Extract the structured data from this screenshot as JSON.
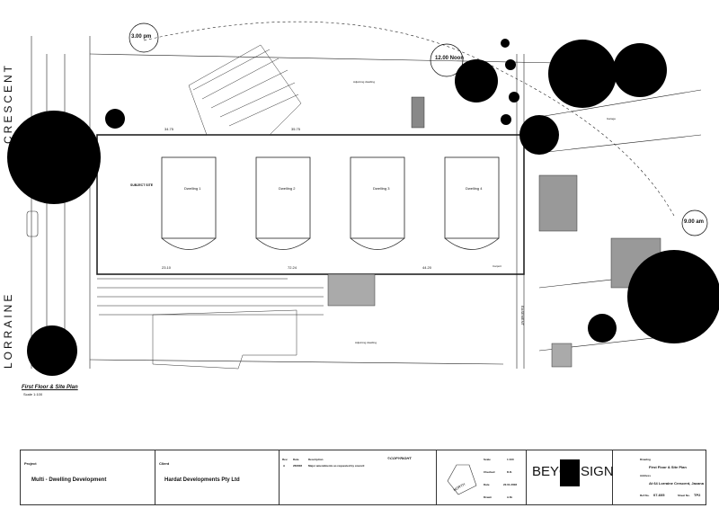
{
  "streets": {
    "east_west": "CRESCENT",
    "north_south": "LORRAINE"
  },
  "sun": {
    "s300": "3.00 pm",
    "s1200": "12.00 Noon",
    "s900": "9.00 am"
  },
  "labels": {
    "subject_site": "SUBJECT SITE",
    "dwelling1": "Dwelling 1",
    "dwelling2": "Dwelling 2",
    "dwelling3": "Dwelling 3",
    "dwelling4": "Dwelling 4",
    "easement": "EASEMENT",
    "carport": "Carport",
    "adjoining_north": "Adjoining dwelling",
    "adjoining_south": "Adjoining dwelling",
    "garage": "Garage",
    "north": "NORTH"
  },
  "dimensions": {
    "d1": "34.75",
    "d2": "35.75",
    "d3": "23.10",
    "d4": "72.24",
    "d5": "44.20"
  },
  "drawing_caption": {
    "title": "First Floor & Site Plan",
    "scale": "Scale 1:100"
  },
  "title_block": {
    "project_label": "Project",
    "project": "Multi - Dwelling Development",
    "client_label": "Client",
    "client": "Hardat Developments Pty Ltd",
    "rev_label": "Rev.",
    "date_label": "Date",
    "desc_label": "Description",
    "rev": "A",
    "rev_date": "26/8/08",
    "rev_desc": "Major amendments as requested by council",
    "copyright": "©COPYRIGHT",
    "scale_label": "Scale",
    "scale": "1:100",
    "checked_label": "Checked",
    "checked": "D.D.",
    "date_label2": "Date",
    "date": "22.01.2008",
    "drawn_label": "Drawn",
    "drawn": "A.M.",
    "firm_left": "BEYO",
    "firm_right": "SIGN",
    "drawing_label": "Drawing",
    "drawing": "First Floor & Site Plan",
    "address_label": "Address",
    "address": "At 64 Lorraine Crescent, Jacana",
    "ref_label": "Ref No.",
    "ref": "07-605",
    "sheet_label": "Sheet No.",
    "sheet": "TP2"
  }
}
